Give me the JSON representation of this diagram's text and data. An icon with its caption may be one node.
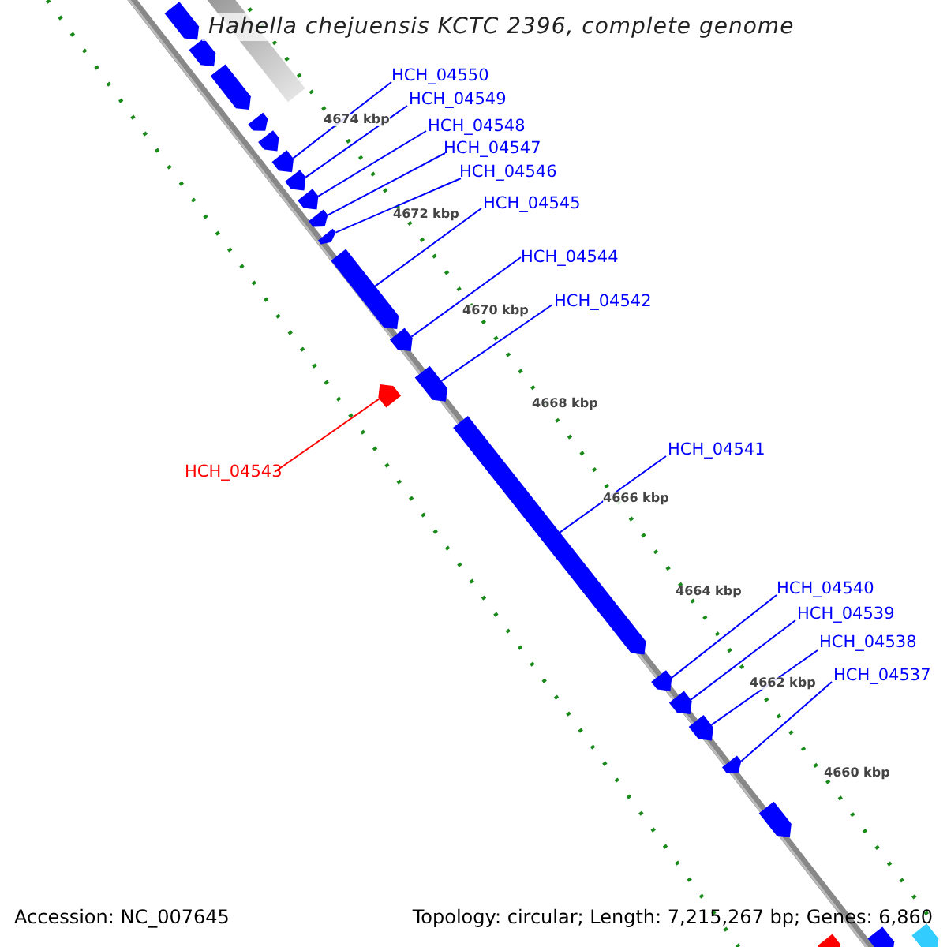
{
  "diagram": {
    "title": "Hahella chejuensis KCTC 2396, complete genome",
    "nodes": [
      {
        "text": [
          "HCH_04550"
        ]
      },
      {
        "text": [
          "HCH_04549"
        ]
      },
      {
        "text": [
          "HCH_04548"
        ]
      },
      {
        "text": [
          "HCH_04547"
        ]
      },
      {
        "text": [
          "HCH_04546"
        ]
      },
      {
        "text": [
          "HCH_04545"
        ]
      },
      {
        "text": [
          "HCH_04544"
        ]
      },
      {
        "text": [
          "HCH_04542"
        ]
      },
      {
        "text": [
          "HCH_04541"
        ]
      },
      {
        "text": [
          "HCH_04543"
        ]
      },
      {
        "text": [
          "HCH_04540"
        ]
      },
      {
        "text": [
          "HCH_04539"
        ]
      },
      {
        "text": [
          "HCH_04538"
        ]
      },
      {
        "text": [
          "HCH_04537"
        ]
      },
      {
        "text": [],
        "shape": "arrow"
      },
      {
        "text": [],
        "shape": "arrow"
      },
      {
        "text": [],
        "shape": "arrow"
      },
      {
        "text": [],
        "shape": "arrow"
      },
      {
        "text": [],
        "shape": "arrow"
      },
      {
        "text": [],
        "shape": "arrow"
      },
      {
        "text": [],
        "shape": "arrow"
      },
      {
        "text": [],
        "shape": "arrow"
      },
      {
        "text": [],
        "shape": "arrow"
      },
      {
        "text": [],
        "shape": "arrow"
      },
      {
        "text": [],
        "shape": "arrow"
      },
      {
        "text": [],
        "shape": "arrow"
      },
      {
        "text": [],
        "shape": "arrow"
      },
      {
        "text": [],
        "shape": "arrow"
      },
      {
        "text": [],
        "shape": "arrow"
      },
      {
        "text": [],
        "shape": "arrow"
      },
      {
        "text": [],
        "shape": "arrow"
      },
      {
        "text": [],
        "shape": "arrow"
      },
      {
        "text": [],
        "shape": "arrow"
      },
      {
        "text": [],
        "shape": "arrow"
      },
      {
        "text": [],
        "shape": "arrow"
      },
      {
        "text": [],
        "shape": "arrow"
      },
      {
        "text": [],
        "shape": "arrow"
      }
    ],
    "edges": [
      {
        "from": 0,
        "to": 19,
        "arrow": "none"
      },
      {
        "from": 1,
        "to": 20,
        "arrow": "none"
      },
      {
        "from": 2,
        "to": 21,
        "arrow": "none"
      },
      {
        "from": 3,
        "to": 22,
        "arrow": "none"
      },
      {
        "from": 4,
        "to": 23,
        "arrow": "none"
      },
      {
        "from": 5,
        "to": 24,
        "arrow": "none"
      },
      {
        "from": 6,
        "to": 25,
        "arrow": "none"
      },
      {
        "from": 7,
        "to": 26,
        "arrow": "none"
      },
      {
        "from": 8,
        "to": 28,
        "arrow": "none"
      },
      {
        "from": 9,
        "to": 27,
        "arrow": "none",
        "color": "#ff0000"
      },
      {
        "from": 10,
        "to": 29,
        "arrow": "none"
      },
      {
        "from": 11,
        "to": 30,
        "arrow": "none"
      },
      {
        "from": 12,
        "to": 31,
        "arrow": "none"
      },
      {
        "from": 13,
        "to": 32,
        "arrow": "none"
      }
    ],
    "labels": [
      "4674 kbp",
      "4672 kbp",
      "4670 kbp",
      "4668 kbp",
      "4666 kbp",
      "4664 kbp",
      "4662 kbp",
      "4660 kbp",
      "Accession: NC_007645",
      "Topology: circular; Length: 7,215,267 bp; Genes: 6,860"
    ]
  }
}
